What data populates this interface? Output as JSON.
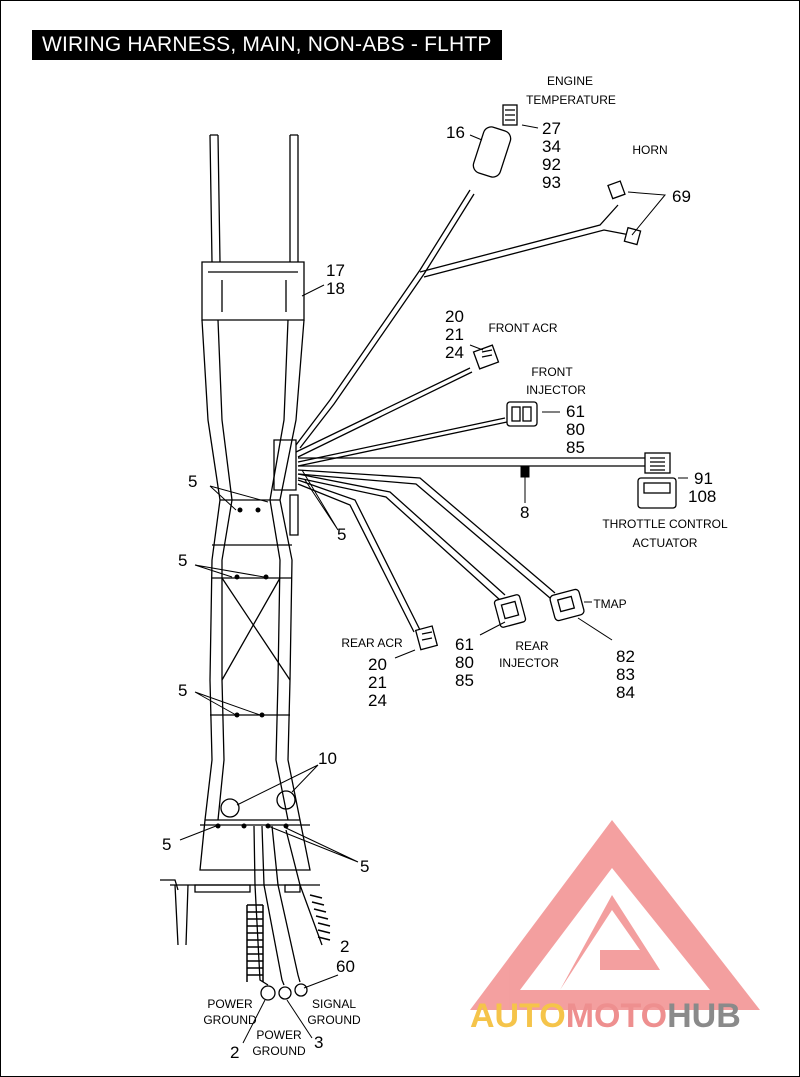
{
  "title": "WIRING HARNESS, MAIN, NON-ABS - FLHTP",
  "labels": {
    "engine_temperature": [
      "ENGINE",
      "TEMPERATURE"
    ],
    "horn": "HORN",
    "front_acr": "FRONT ACR",
    "front_injector": [
      "FRONT",
      "INJECTOR"
    ],
    "throttle_control_actuator": [
      "THROTTLE CONTROL",
      "ACTUATOR"
    ],
    "tmap": "TMAP",
    "rear_acr": "REAR ACR",
    "rear_injector": [
      "REAR",
      "INJECTOR"
    ],
    "power_ground_left": [
      "POWER",
      "GROUND"
    ],
    "power_ground_center": [
      "POWER",
      "GROUND"
    ],
    "signal_ground": [
      "SIGNAL",
      "GROUND"
    ]
  },
  "callouts": {
    "c16": "16",
    "engine_temp_parts": [
      "27",
      "34",
      "92",
      "93"
    ],
    "horn_part": "69",
    "frame_parts": [
      "17",
      "18"
    ],
    "front_acr_parts": [
      "20",
      "21",
      "24"
    ],
    "front_injector_parts": [
      "61",
      "80",
      "85"
    ],
    "throttle_parts": [
      "91",
      "108"
    ],
    "c8": "8",
    "tmap_parts": [
      "82",
      "83",
      "84"
    ],
    "rear_acr_parts": [
      "20",
      "21",
      "24"
    ],
    "rear_injector_parts": [
      "61",
      "80",
      "85"
    ],
    "clip_left_1": "5",
    "clip_right_1": "5",
    "clip_left_2": "5",
    "clip_left_3": "5",
    "c10": "10",
    "clip_left_4": "5",
    "clip_right_4": "5",
    "signal_ground_parts": [
      "2",
      "60"
    ],
    "power_ground_left_part": "2",
    "power_ground_center_part": "3"
  },
  "watermark": {
    "text_auto": "AUTO",
    "text_moto": "MOTO",
    "text_hub": "HUB",
    "color_auto": "#f5c44a",
    "color_moto": "#ee8f8f",
    "color_hub": "#8a8a8a",
    "logo_color": "#f08080"
  }
}
